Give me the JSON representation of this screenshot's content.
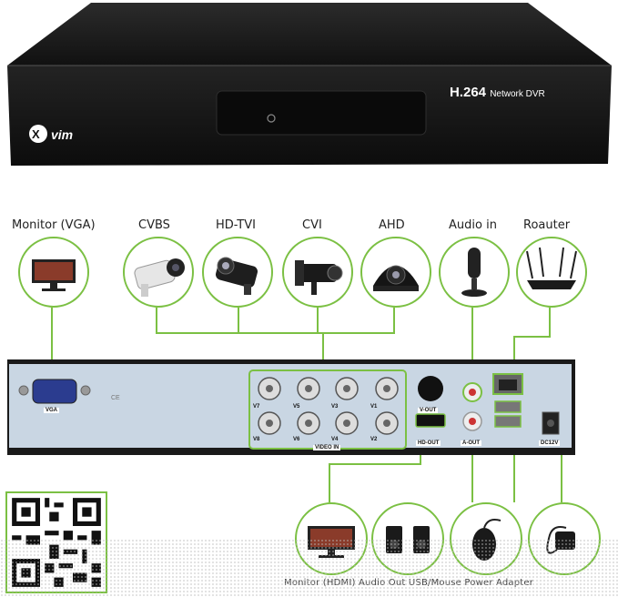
{
  "dvr": {
    "brand": "vim",
    "model": "H.264",
    "model_sub": "Network DVR"
  },
  "labels": {
    "monitor_vga": "Monitor (VGA)",
    "cvbs": "CVBS",
    "hdtvi": "HD-TVI",
    "cvi": "CVI",
    "ahd": "AHD",
    "audio_in": "Audio in",
    "router": "Roauter"
  },
  "ports": {
    "vga": "VGA",
    "video_in": "VIDEO IN",
    "v_out": "V-OUT",
    "hd_out": "HD-OUT",
    "a_out": "A-OUT",
    "dc12v": "DC12V",
    "channels_top": [
      "V7",
      "V5",
      "V3",
      "V1"
    ],
    "channels_bottom": [
      "V8",
      "V6",
      "V4",
      "V2"
    ]
  },
  "bottom_caption": "Monitor (HDMI)  Audio Out   USB/Mouse  Power Adapter",
  "colors": {
    "accent_green": "#7bc043",
    "panel_blue": "#c9d6e3",
    "dvr_black": "#1c1c1c"
  }
}
